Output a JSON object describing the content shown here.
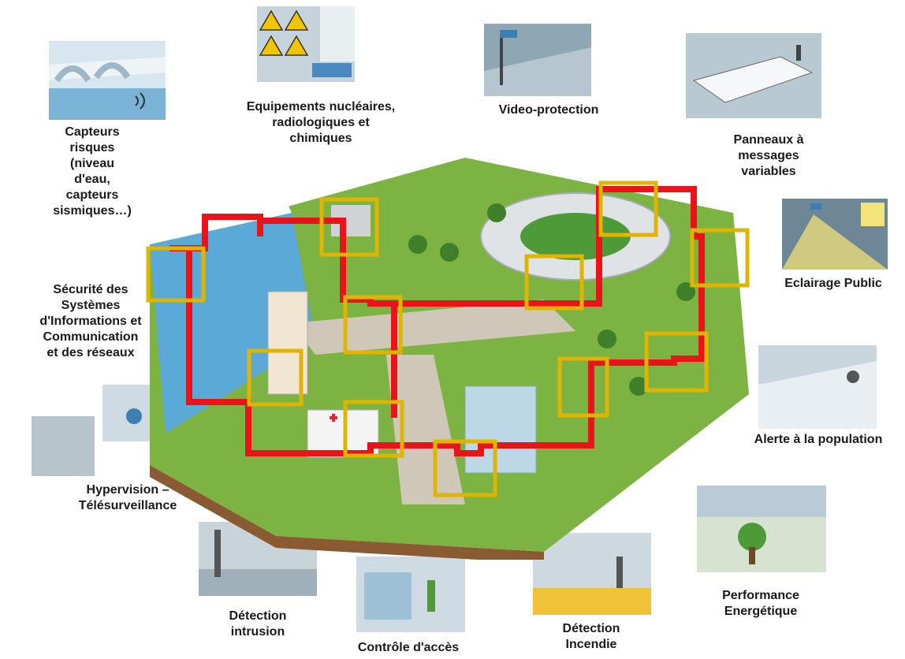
{
  "labels": {
    "capteurs": "Capteurs\nrisques\n(niveau\nd'eau,\ncapteurs\nsismiques…)",
    "nucleaires": "Equipements nucléaires,\nradiologiques et\nchimiques",
    "video": "Video-protection",
    "panneaux": "Panneaux à\nmessages\nvariables",
    "eclairage": "Eclairage Public",
    "securite": "Sécurité des\nSystèmes\nd'Informations et\nCommunication\net des réseaux",
    "alerte": "Alerte à la population",
    "hypervision": "Hypervision –\nTélésurveillance",
    "performance": "Performance\nEnergétique",
    "intrusion": "Détection\nintrusion",
    "acces": "Contrôle d'accès",
    "incendie": "Détection\nIncendie"
  },
  "colors": {
    "network_line": "#e8141a",
    "highlight_frame": "#e0b400",
    "grass": "#7cb342",
    "water": "#5aa9d6",
    "road": "#cfc8b8"
  },
  "icons": [
    "warning-sign-icon",
    "camera-icon",
    "antenna-icon",
    "street-lamp-icon",
    "bridge-icon",
    "hospital-cross-icon"
  ]
}
